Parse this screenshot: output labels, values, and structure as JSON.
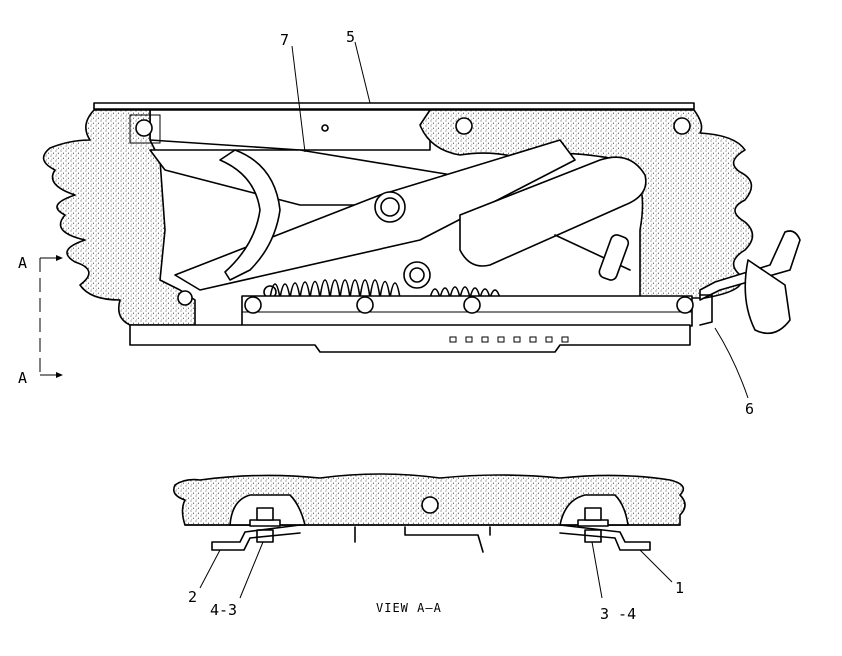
{
  "labels": {
    "callout_1": "1",
    "callout_2": "2",
    "callout_3_4": "3 -4",
    "callout_4_3": "4-3",
    "callout_5": "5",
    "callout_6": "6",
    "callout_7": "7",
    "section_top": "A",
    "section_bottom": "A"
  },
  "caption": "VIEW A—A"
}
